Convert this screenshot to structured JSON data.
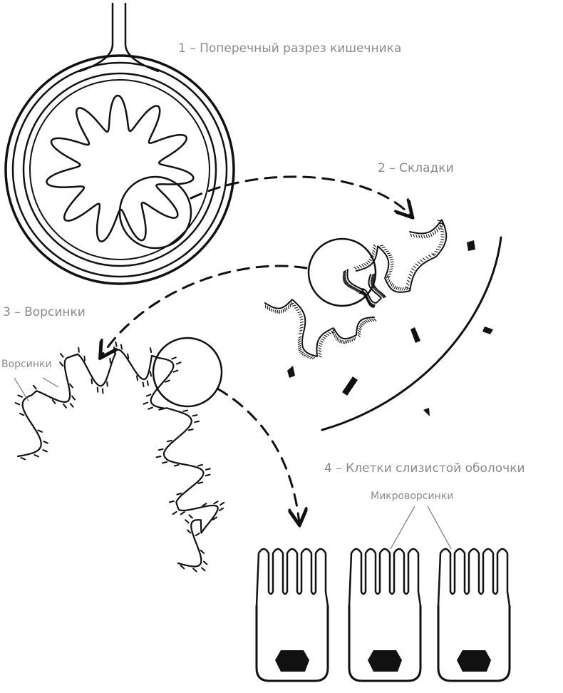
{
  "labels": {
    "section1": "1 – Поперечный разрез кишечника",
    "section2": "2 – Складки",
    "section3": "3 – Ворсинки",
    "section3_callout": "Ворсинки",
    "section4": "4 – Клетки слизистой оболочки",
    "section4_callout": "Микроворсинки"
  },
  "colors": {
    "ink": "#111111",
    "label": "#8a8a8a",
    "background": "#ffffff"
  }
}
